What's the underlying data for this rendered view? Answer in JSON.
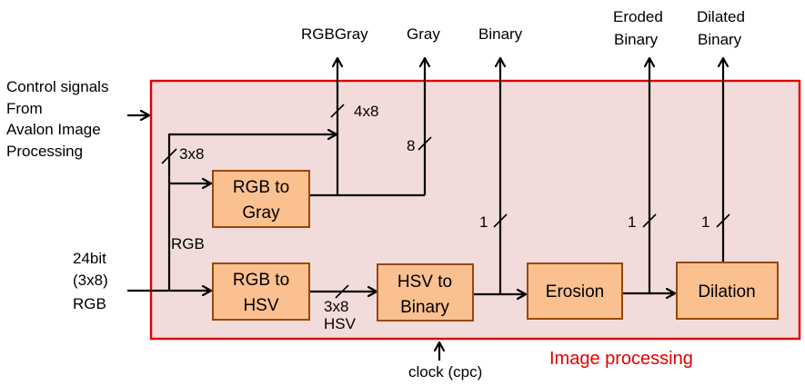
{
  "colors": {
    "region_fill": "#f2dcdb",
    "region_border": "#e00000",
    "block_fill": "#fac090",
    "block_border": "#984807",
    "region_title": "#e00000",
    "wire": "#000000"
  },
  "region": {
    "title": "Image processing"
  },
  "blocks": {
    "rgb_to_gray": [
      "RGB to",
      "Gray"
    ],
    "rgb_to_hsv": [
      "RGB to",
      "HSV"
    ],
    "hsv_to_binary": [
      "HSV to",
      "Binary"
    ],
    "erosion": [
      "Erosion"
    ],
    "dilation": [
      "Dilation"
    ]
  },
  "inputs": {
    "control": [
      "Control signals",
      "From",
      "Avalon Image",
      "Processing"
    ],
    "rgb_in": [
      "24bit",
      "(3x8)",
      "RGB"
    ],
    "clock": "clock (cpc)"
  },
  "outputs": {
    "rgbgray": [
      "RGBGray"
    ],
    "gray": [
      "Gray"
    ],
    "binary": [
      "Binary"
    ],
    "eroded": [
      "Eroded",
      "Binary"
    ],
    "dilated": [
      "Dilated",
      "Binary"
    ]
  },
  "bus_labels": {
    "w4x8": "4x8",
    "w8": "8",
    "w3x8": "3x8",
    "rgb": "RGB",
    "w3x8_hsv": [
      "3x8",
      "HSV"
    ],
    "w1_binary": "1",
    "w1_eroded": "1",
    "w1_dilated": "1"
  }
}
